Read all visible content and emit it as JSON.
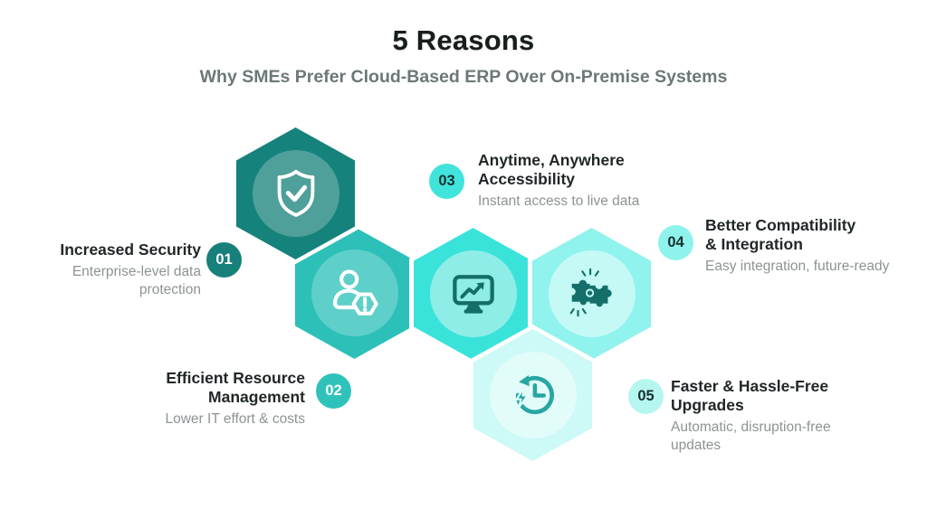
{
  "header": {
    "title": "5 Reasons",
    "subtitle": "Why SMEs Prefer Cloud-Based ERP Over On-Premise Systems"
  },
  "colors": {
    "background": "#FFFFFF",
    "heading_text": "#171D1D",
    "subtitle_text": "#6C7778",
    "item_title_text": "#212728",
    "description_text": "#8C9394",
    "icon_dark_teal": "#146E69",
    "icon_white": "#FFFFFF",
    "icon_mid_teal": "#28A6A1"
  },
  "items": [
    {
      "number": "01",
      "title": "Increased Security",
      "description": "Enterprise-level data\nprotection",
      "icon": "shield-check-icon",
      "hex_color": "#16827C",
      "circle_color": "#4FA09A",
      "badge_color": "#17807B",
      "badge_text_color": "#FFFFFF"
    },
    {
      "number": "02",
      "title": "Efficient Resource\nManagement",
      "description": "Lower IT effort & costs",
      "icon": "user-alert-icon",
      "hex_color": "#2DC0B8",
      "circle_color": "#5FCFC9",
      "badge_color": "#2FC2BB",
      "badge_text_color": "#FFFFFF"
    },
    {
      "number": "03",
      "title": "Anytime, Anywhere\nAccessibility",
      "description": "Instant access to live data",
      "icon": "monitor-growth-icon",
      "hex_color": "#3AE3DA",
      "circle_color": "#8FEDE8",
      "badge_color": "#40E4DB",
      "badge_text_color": "#16302E"
    },
    {
      "number": "04",
      "title": "Better Compatibility\n& Integration",
      "description": "Easy integration, future-ready",
      "icon": "puzzle-integration-icon",
      "hex_color": "#90F3ED",
      "circle_color": "#C4F9F5",
      "badge_color": "#8DF3EC",
      "badge_text_color": "#16302E"
    },
    {
      "number": "05",
      "title": "Faster & Hassle-Free\nUpgrades",
      "description": "Automatic, disruption-free\nupdates",
      "icon": "clock-lightning-icon",
      "hex_color": "#CDF9F6",
      "circle_color": "#E2FCFA",
      "badge_color": "#B6F6F1",
      "badge_text_color": "#16302E"
    }
  ]
}
